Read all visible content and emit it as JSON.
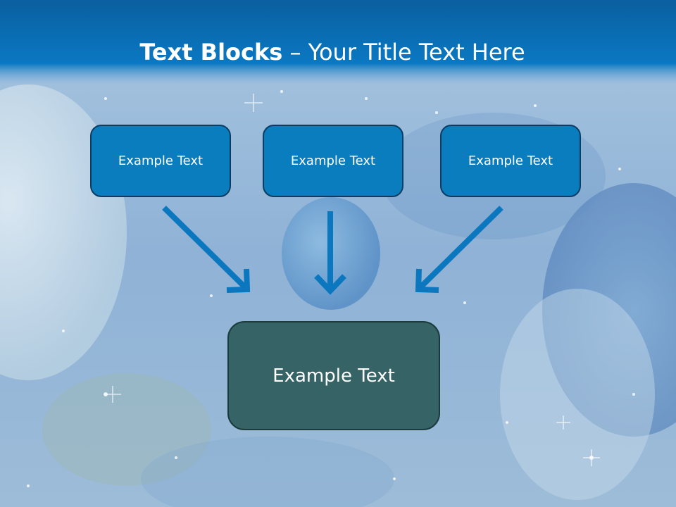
{
  "title": {
    "bold": "Text Blocks",
    "separator": " – ",
    "rest": "Your Title Text Here"
  },
  "blocks": {
    "top": [
      {
        "label": "Example Text"
      },
      {
        "label": "Example Text"
      },
      {
        "label": "Example Text"
      }
    ],
    "bottom": {
      "label": "Example Text"
    }
  },
  "colors": {
    "title_band": "#0a6bb0",
    "top_box_fill": "#0a7dbf",
    "bottom_box_fill": "#356366",
    "arrow": "#0a77bf"
  }
}
